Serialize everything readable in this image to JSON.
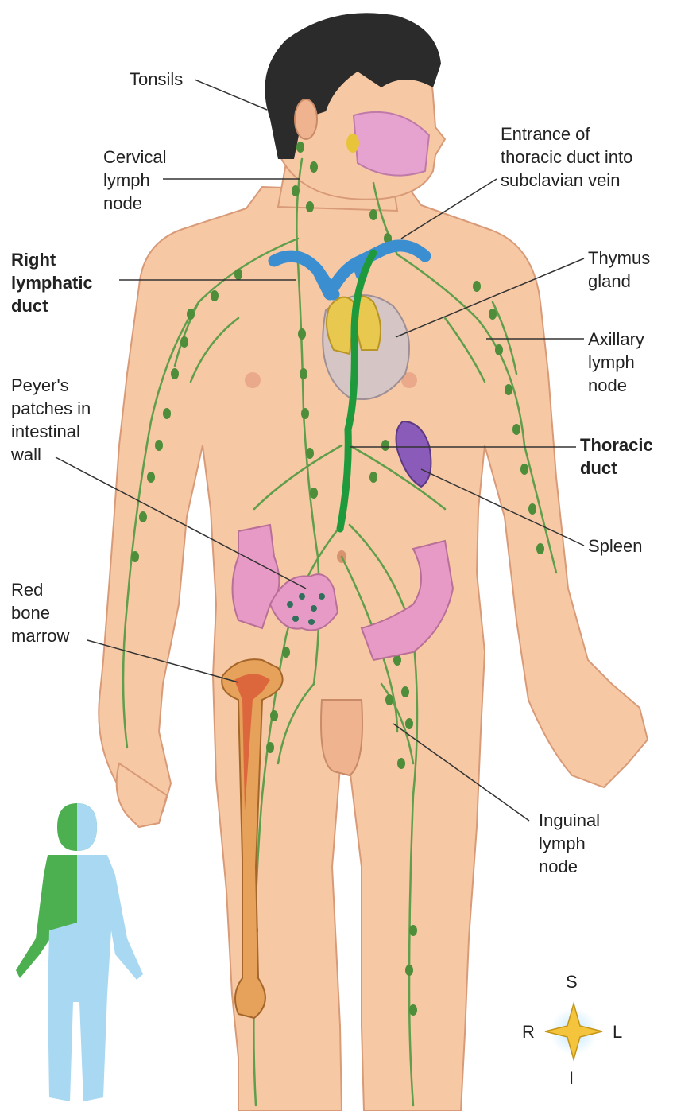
{
  "labels": {
    "tonsils": "Tonsils",
    "cervical": "Cervical\nlymph\nnode",
    "right_duct": "Right\nlymphatic\nduct",
    "peyers": "Peyer's\npatches in\nintestinal\nwall",
    "red_marrow": "Red\nbone\nmarrow",
    "entrance": "Entrance of\nthoracic duct into\nsubclavian vein",
    "thymus": "Thymus\ngland",
    "axillary": "Axillary\nlymph\nnode",
    "thoracic": "Thoracic\nduct",
    "spleen": "Spleen",
    "inguinal": "Inguinal\nlymph\nnode"
  },
  "compass": {
    "superior": "S",
    "inferior": "I",
    "right": "R",
    "left": "L"
  },
  "colors": {
    "skin": "#f6c8a4",
    "skin_shadow": "#e9a47e",
    "hair": "#2b2b2b",
    "lymph_vessel": "#5f9e4a",
    "lymph_node": "#4e8d3a",
    "thoracic_duct": "#1e9a3c",
    "vein": "#3b8fd1",
    "thymus": "#e9c84f",
    "spleen": "#8a5bb8",
    "intestine": "#e89ac6",
    "bone": "#e6a25a",
    "heart": "#c9bfc4",
    "inset_right_region": "#4caf50",
    "inset_left_region": "#a9d8f2",
    "compass_star": "#f3c43c"
  }
}
